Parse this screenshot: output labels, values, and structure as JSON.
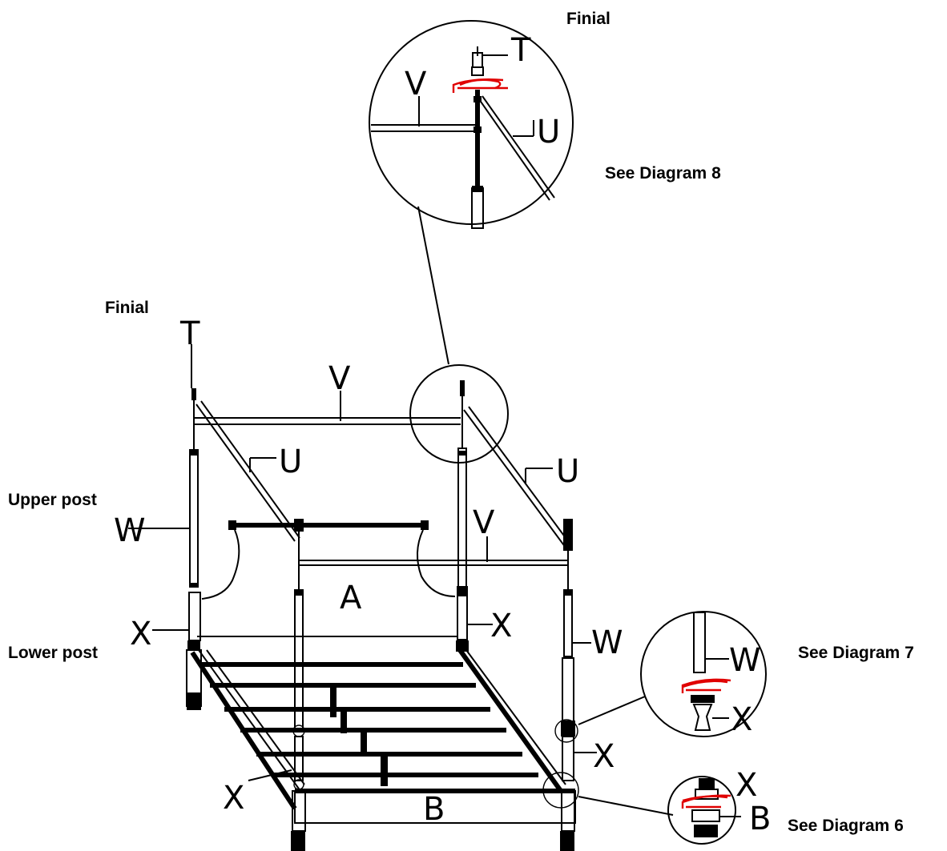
{
  "labels": {
    "finial_top": "Finial",
    "finial_left": "Finial",
    "see_diagram_8": "See Diagram 8",
    "upper_post": "Upper post",
    "lower_post": "Lower post",
    "see_diagram_7": "See Diagram 7",
    "see_diagram_6": "See Diagram 6"
  },
  "part_letters": {
    "T": "T",
    "U": "U",
    "V": "V",
    "W": "W",
    "X": "X",
    "A": "A",
    "B": "B"
  },
  "colors": {
    "line": "#000000",
    "highlight": "#e00000",
    "background": "#ffffff"
  }
}
